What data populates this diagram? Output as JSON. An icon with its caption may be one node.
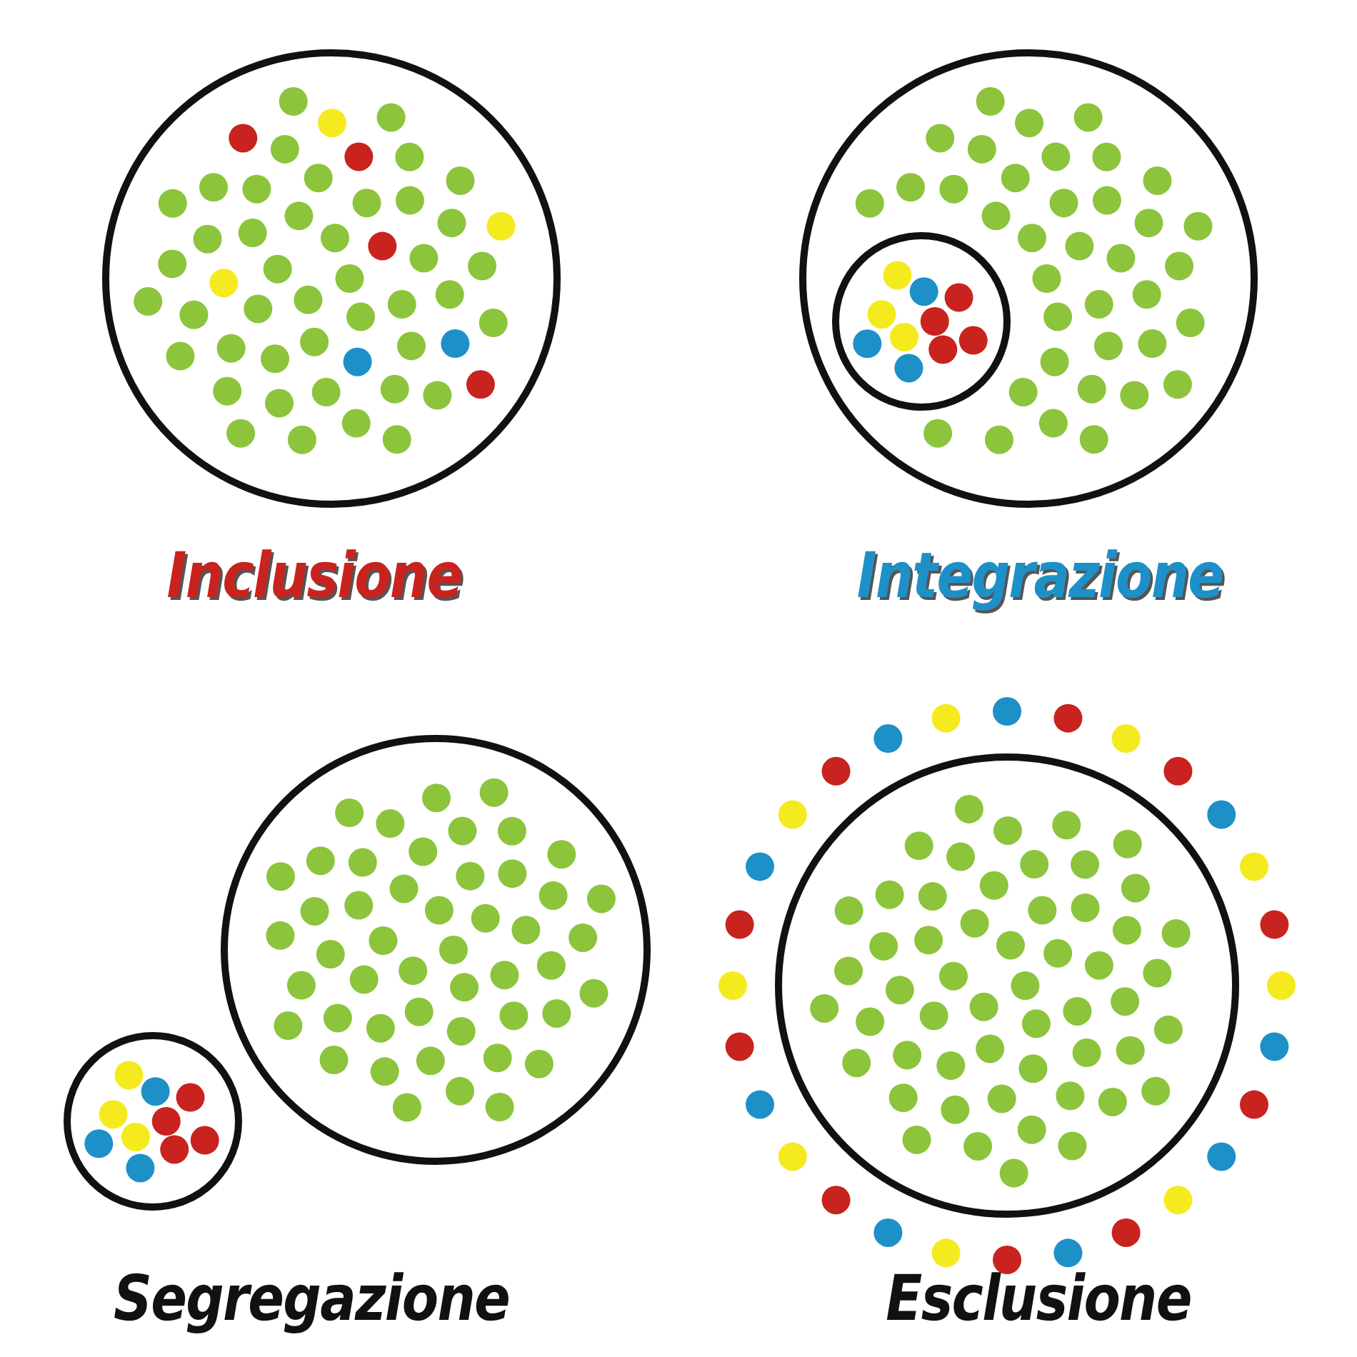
{
  "diagram": {
    "labels": [
      "Inclusione",
      "Integrazione",
      "Segregazione",
      "Esclusione"
    ]
  }
}
